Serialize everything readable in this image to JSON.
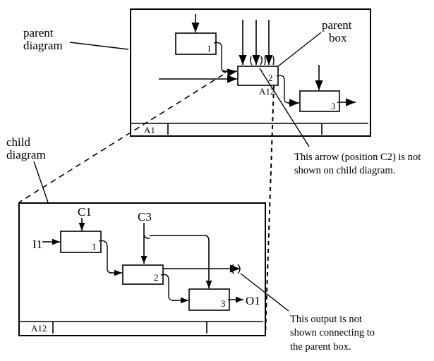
{
  "callouts": {
    "parent_diagram": [
      "parent",
      "diagram"
    ],
    "parent_box": [
      "parent",
      "box"
    ],
    "child_diagram": [
      "child",
      "diagram"
    ],
    "arrow_note": [
      "This arrow (position C2) is not",
      "shown on child diagram."
    ],
    "output_note": [
      "This output is not",
      "shown connecting to",
      "the parent box."
    ]
  },
  "parent_diagram": {
    "node_label": "A1",
    "boxes": [
      {
        "number": "1"
      },
      {
        "number": "2",
        "detail_ref": "A12"
      },
      {
        "number": "3"
      }
    ]
  },
  "child_diagram": {
    "node_label": "A12",
    "boxes": [
      {
        "number": "1"
      },
      {
        "number": "2"
      },
      {
        "number": "3"
      }
    ],
    "icom_labels": {
      "control_1": "C1",
      "control_3": "C3",
      "input_1": "I1",
      "output_1": "O1"
    }
  }
}
